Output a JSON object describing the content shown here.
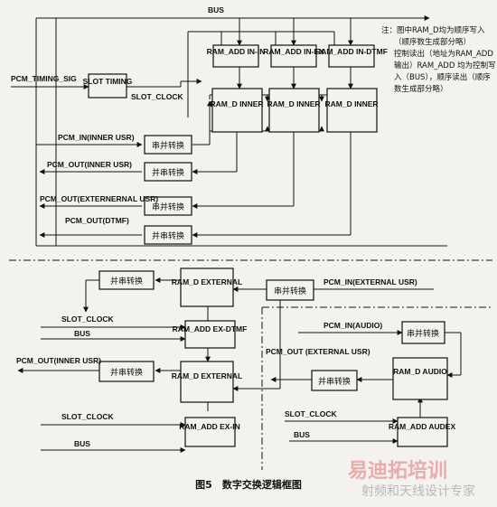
{
  "bus_label": "BUS",
  "pcm_timing_sig": "PCM_TIMING_SIG",
  "slot_timing": "SLOT TIMING",
  "slot_clock": "SLOT_CLOCK",
  "ram_add_in_in": "RAM_ADD IN-IN",
  "ram_add_in_ex": "RAM_ADD IN-EX",
  "ram_add_in_dtmf": "RAM_ADD IN-DTMF",
  "ram_d_inner": "RAM_D INNER",
  "pcm_in_inner_usr": "PCM_IN(INNER USR)",
  "pcm_out_inner_usr": "PCM_OUT(INNER USR)",
  "pcm_out_external_usr": "PCM_OUT(EXTERNERNAL USR)",
  "pcm_out_dtmf": "PCM_OUT(DTMF)",
  "ser_to_par": "串并转换",
  "par_to_ser": "并串转换",
  "note_lines": [
    "注：图中RAM_D均为顺序写入",
    "（顺序数生成部分略）",
    "控制读出（地址为RAM_ADD",
    "输出）RAM_ADD 均为控制写",
    "入（BUS），顺序读出（顺序",
    "数生成部分略）"
  ],
  "ram_d_external": "RAM_D EXTERNAL",
  "pcm_in_external_usr": "PCM_IN(EXTERNAL USR)",
  "ram_add_ex_dtmf": "RAM_ADD EX-DTMF",
  "ram_add_ex_in": "RAM_ADD EX-IN",
  "pcm_out_inner_usr_2": "PCM_OUT(INNER USR)",
  "pcm_in_audio": "PCM_IN(AUDIO)",
  "pcm_out_external_usr_2": "PCM_OUT (EXTERNAL USR)",
  "ram_d_audio": "RAM_D AUDIO",
  "ram_add_audex": "RAM_ADD AUDEX",
  "caption": "图5　数字交换逻辑框图",
  "watermark_main": "易迪拓培训",
  "watermark_sub": "射频和天线设计专家",
  "colors": {
    "line": "#111111",
    "paper": "#f3f2ef",
    "watermark": "#e8a0a0"
  }
}
